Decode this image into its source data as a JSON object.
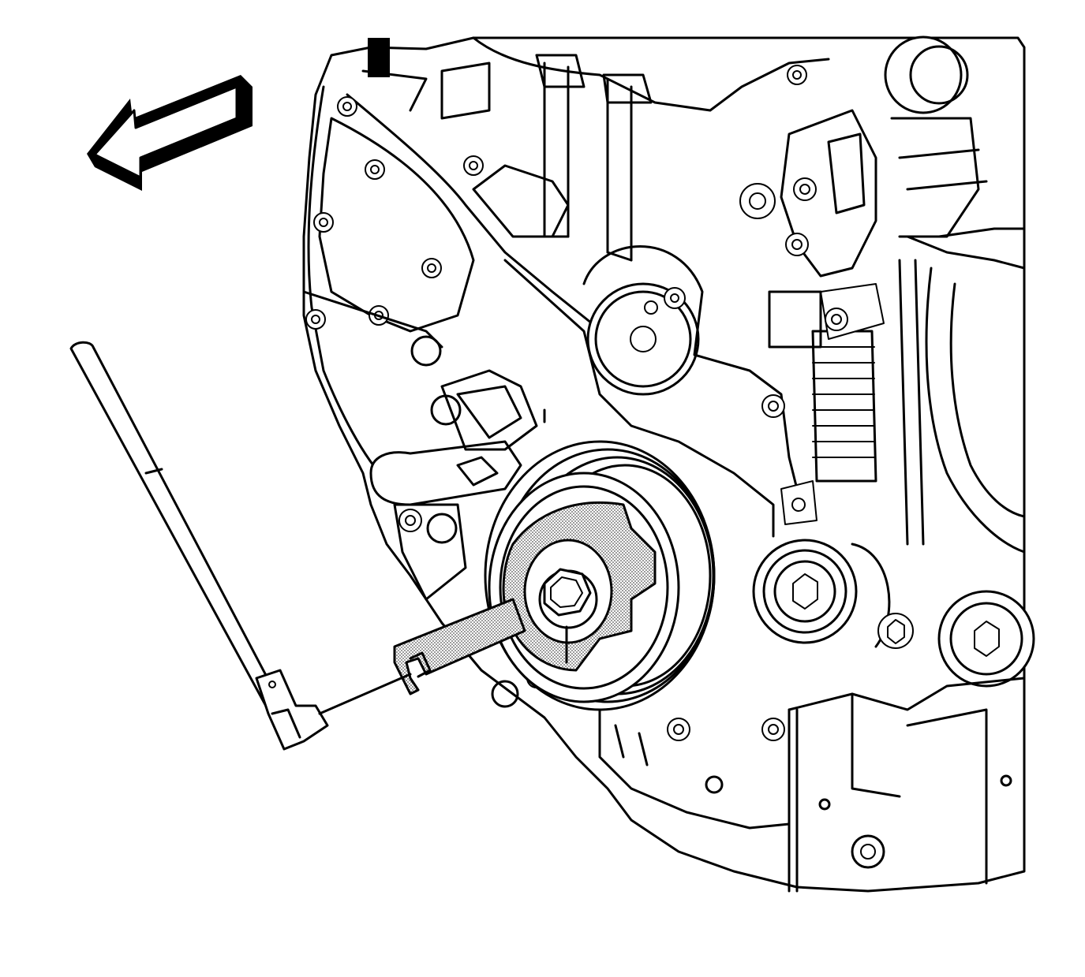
{
  "diagram": {
    "colors": {
      "line": "#000000",
      "background": "#ffffff",
      "tool_shading": "#bdbdbd"
    },
    "icons": [
      "direction-arrow-icon"
    ],
    "components": [
      "engine-front-cover",
      "crankshaft-balancer-pulley",
      "balancer-holding-tool",
      "breaker-bar-handle",
      "belt-tensioner",
      "idler-pulley"
    ]
  }
}
